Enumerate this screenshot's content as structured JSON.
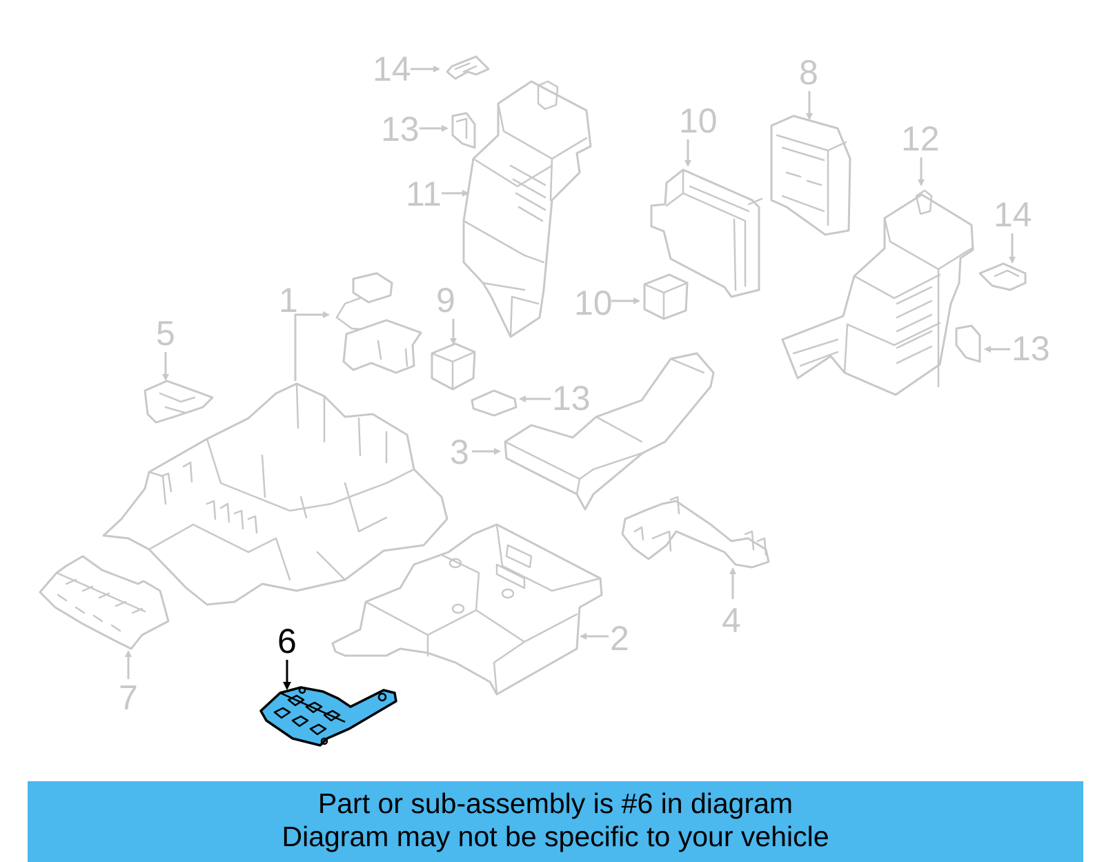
{
  "diagram": {
    "highlighted_part": "6",
    "callouts": [
      "1",
      "2",
      "3",
      "4",
      "5",
      "6",
      "7",
      "8",
      "9",
      "10",
      "10",
      "11",
      "12",
      "13",
      "13",
      "13",
      "14",
      "14"
    ],
    "colors": {
      "highlight": "#4bb8ee",
      "line_art": "#c8c8c8",
      "banner": "#4bb8ee"
    }
  },
  "banner": {
    "line1": "Part or sub-assembly is #6 in diagram",
    "line2": "Diagram may not be specific to your vehicle"
  }
}
